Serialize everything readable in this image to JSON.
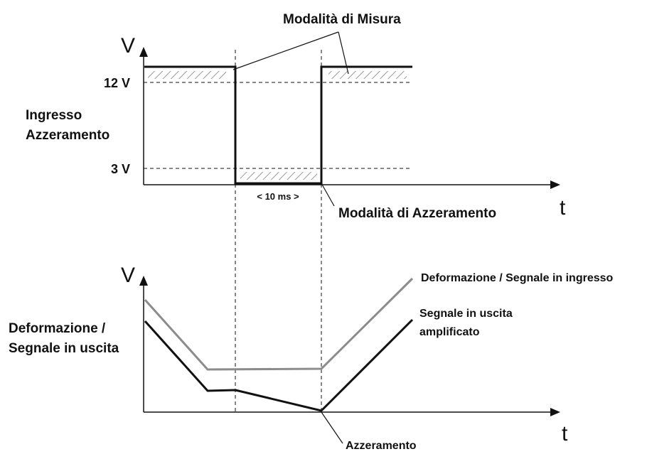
{
  "top_chart": {
    "y_axis_label": "V",
    "x_axis_label": "t",
    "left_label_line1": "Ingresso",
    "left_label_line2": "Azzeramento",
    "level_high": "12 V",
    "level_low": "3 V",
    "duration_label": "< 10 ms >",
    "annotation_measure": "Modalità di Misura",
    "annotation_zeroing": "Modalità di Azzeramento"
  },
  "bottom_chart": {
    "y_axis_label": "V",
    "x_axis_label": "t",
    "left_label_line1": "Deformazione /",
    "left_label_line2": "Segnale in uscita",
    "series_input_label": "Deformazione / Segnale in ingresso",
    "series_output_line1": "Segnale in uscita",
    "series_output_line2": "amplificato",
    "annotation_zero": "Azzeramento"
  },
  "colors": {
    "signal": "#111111",
    "input_series": "#8c8c8c",
    "hatch": "#9a9a9a"
  }
}
